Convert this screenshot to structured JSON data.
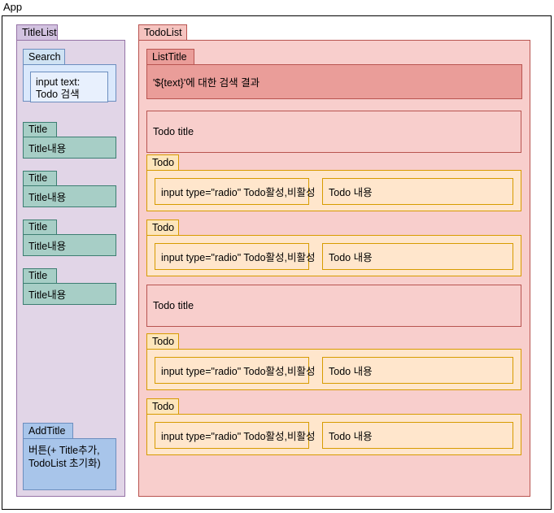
{
  "app": {
    "label": "App"
  },
  "title_list": {
    "tab_label": "TitleList",
    "search": {
      "tab_label": "Search",
      "input_text": "input text: Todo 검색"
    },
    "titles": [
      {
        "tab_label": "Title",
        "content": "Title내용"
      },
      {
        "tab_label": "Title",
        "content": "Title내용"
      },
      {
        "tab_label": "Title",
        "content": "Title내용"
      },
      {
        "tab_label": "Title",
        "content": "Title내용"
      }
    ],
    "add_title": {
      "tab_label": "AddTitle",
      "content": "버튼(+ Title추가, TodoList 초기화)"
    }
  },
  "todo_list": {
    "tab_label": "TodoList",
    "list_title": {
      "tab_label": "ListTitle",
      "content": "'${text}'에 대한 검색 결과"
    },
    "sections": [
      {
        "kind": "todo-title",
        "label": "Todo title"
      },
      {
        "kind": "todo",
        "tab_label": "Todo",
        "radio_label": "input type=\"radio\" Todo활성,비활성",
        "content_label": "Todo 내용"
      },
      {
        "kind": "todo",
        "tab_label": "Todo",
        "radio_label": "input type=\"radio\" Todo활성,비활성",
        "content_label": "Todo 내용"
      },
      {
        "kind": "todo-title",
        "label": "Todo title"
      },
      {
        "kind": "todo",
        "tab_label": "Todo",
        "radio_label": "input type=\"radio\" Todo활성,비활성",
        "content_label": "Todo 내용"
      },
      {
        "kind": "todo",
        "tab_label": "Todo",
        "radio_label": "input type=\"radio\" Todo활성,비활성",
        "content_label": "Todo 내용"
      }
    ]
  },
  "colors": {
    "app_border": "#000000",
    "purple_fill": "#e1d5e7",
    "purple_tab": "#d2c2e0",
    "purple_border": "#9673a6",
    "blue_fill": "#dae8fc",
    "blue_border": "#6c8ebf",
    "addtitle_fill": "#a8c5ea",
    "teal_fill": "#a7cec6",
    "teal_border": "#3d7e72",
    "pink_fill": "#f8cecc",
    "pink_border": "#b85450",
    "salmon_fill": "#ea9d99",
    "orange_fill": "#ffe6cc",
    "orange_tab": "#fde5bb",
    "orange_border": "#d79b00"
  }
}
